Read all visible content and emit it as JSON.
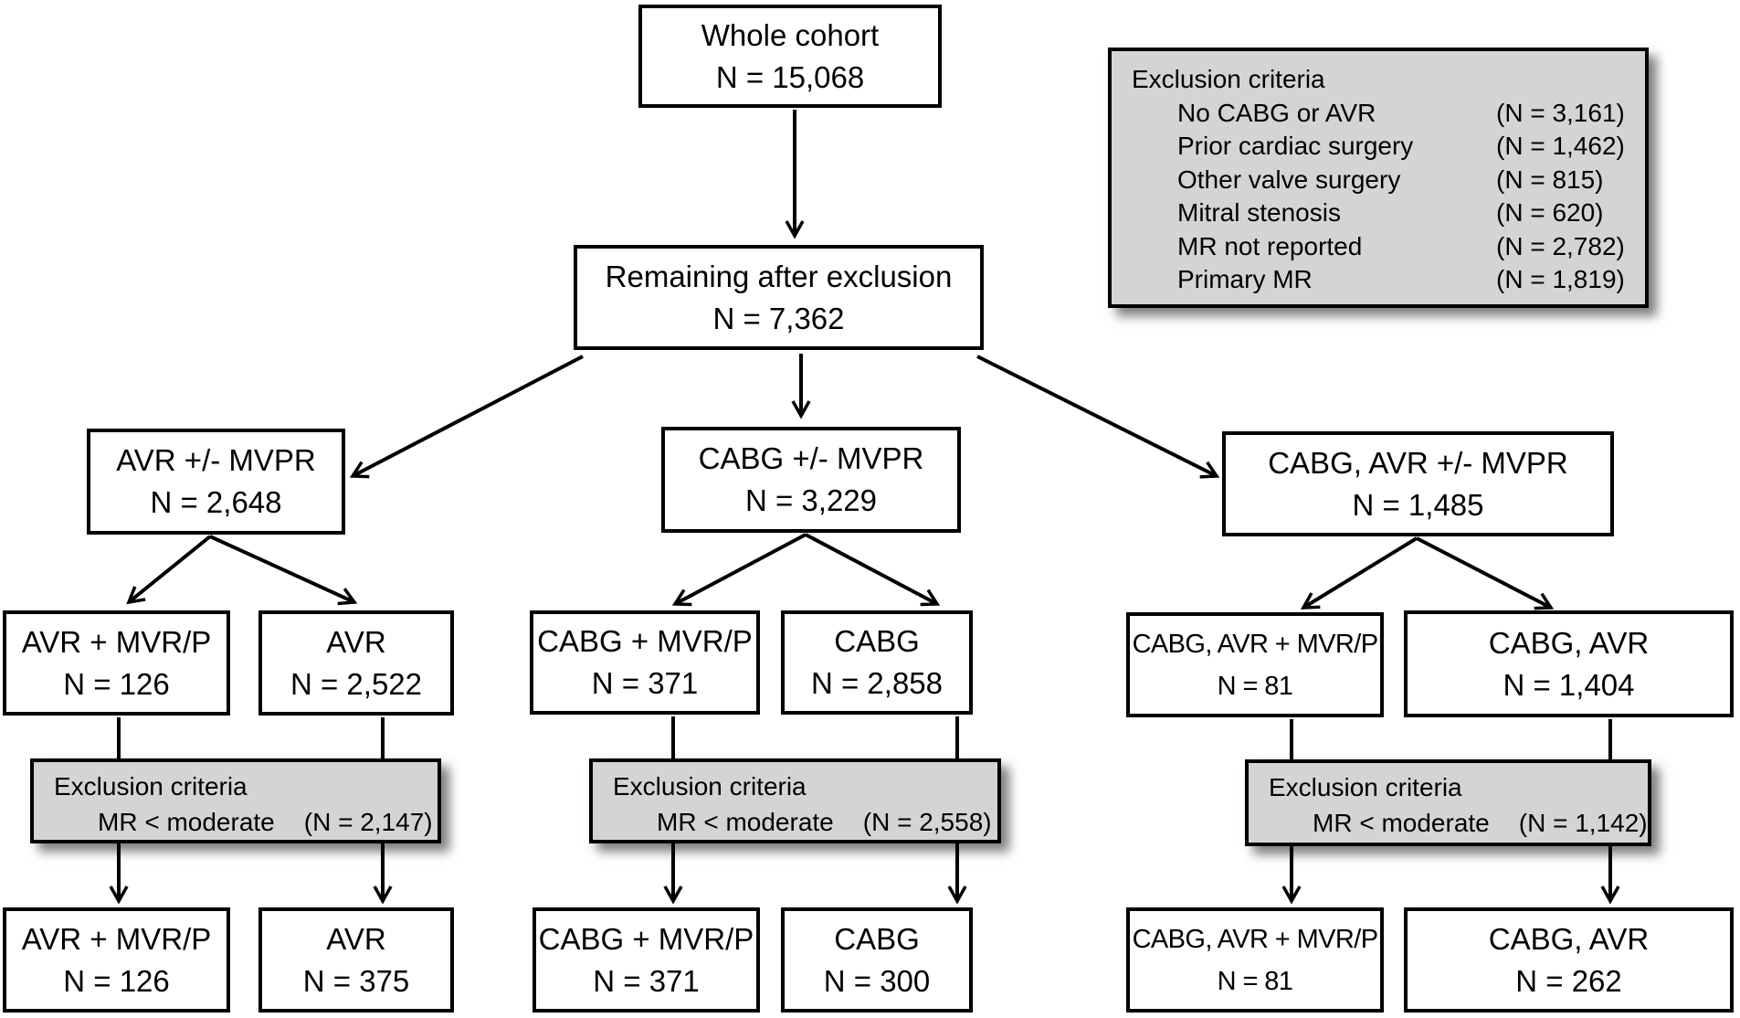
{
  "colors": {
    "gray_fill": "#d4d4d4",
    "border": "#000000",
    "node_fill": "#ffffff"
  },
  "nodes": {
    "whole_cohort": {
      "label": "Whole cohort",
      "n": "N = 15,068"
    },
    "remaining": {
      "label": "Remaining after exclusion",
      "n": "N = 7,362"
    },
    "avr_group": {
      "label": "AVR +/- MVPR",
      "n": "N = 2,648"
    },
    "cabg_group": {
      "label": "CABG +/- MVPR",
      "n": "N = 3,229"
    },
    "cabg_avr_group": {
      "label": "CABG, AVR +/- MVPR",
      "n": "N = 1,485"
    },
    "avr_mvrp": {
      "label": "AVR + MVR/P",
      "n": "N = 126"
    },
    "avr": {
      "label": "AVR",
      "n": "N = 2,522"
    },
    "cabg_mvrp": {
      "label": "CABG + MVR/P",
      "n": "N = 371"
    },
    "cabg": {
      "label": "CABG",
      "n": "N = 2,858"
    },
    "cabg_avr_mvrp": {
      "label": "CABG, AVR + MVR/P",
      "n": "N = 81"
    },
    "cabg_avr": {
      "label": "CABG, AVR",
      "n": "N = 1,404"
    },
    "final_avr_mvrp": {
      "label": "AVR + MVR/P",
      "n": "N = 126"
    },
    "final_avr": {
      "label": "AVR",
      "n": "N = 375"
    },
    "final_cabg_mvrp": {
      "label": "CABG + MVR/P",
      "n": "N = 371"
    },
    "final_cabg": {
      "label": "CABG",
      "n": "N = 300"
    },
    "final_cabg_avr_mvrp": {
      "label": "CABG, AVR + MVR/P",
      "n": "N = 81"
    },
    "final_cabg_avr": {
      "label": "CABG, AVR",
      "n": "N = 262"
    }
  },
  "exclusion_main": {
    "title": "Exclusion criteria",
    "items": [
      {
        "label": "No CABG or AVR",
        "n": "(N = 3,161)"
      },
      {
        "label": "Prior cardiac surgery",
        "n": "(N = 1,462)"
      },
      {
        "label": "Other valve surgery",
        "n": "(N = 815)"
      },
      {
        "label": "Mitral stenosis",
        "n": "(N = 620)"
      },
      {
        "label": "MR not reported",
        "n": "(N = 2,782)"
      },
      {
        "label": "Primary MR",
        "n": "(N = 1,819)"
      }
    ]
  },
  "exclusion_branch": [
    {
      "title": "Exclusion criteria",
      "label": "MR < moderate",
      "n": "(N = 2,147)"
    },
    {
      "title": "Exclusion criteria",
      "label": "MR < moderate",
      "n": "(N = 2,558)"
    },
    {
      "title": "Exclusion criteria",
      "label": "MR < moderate",
      "n": "(N = 1,142)"
    }
  ]
}
